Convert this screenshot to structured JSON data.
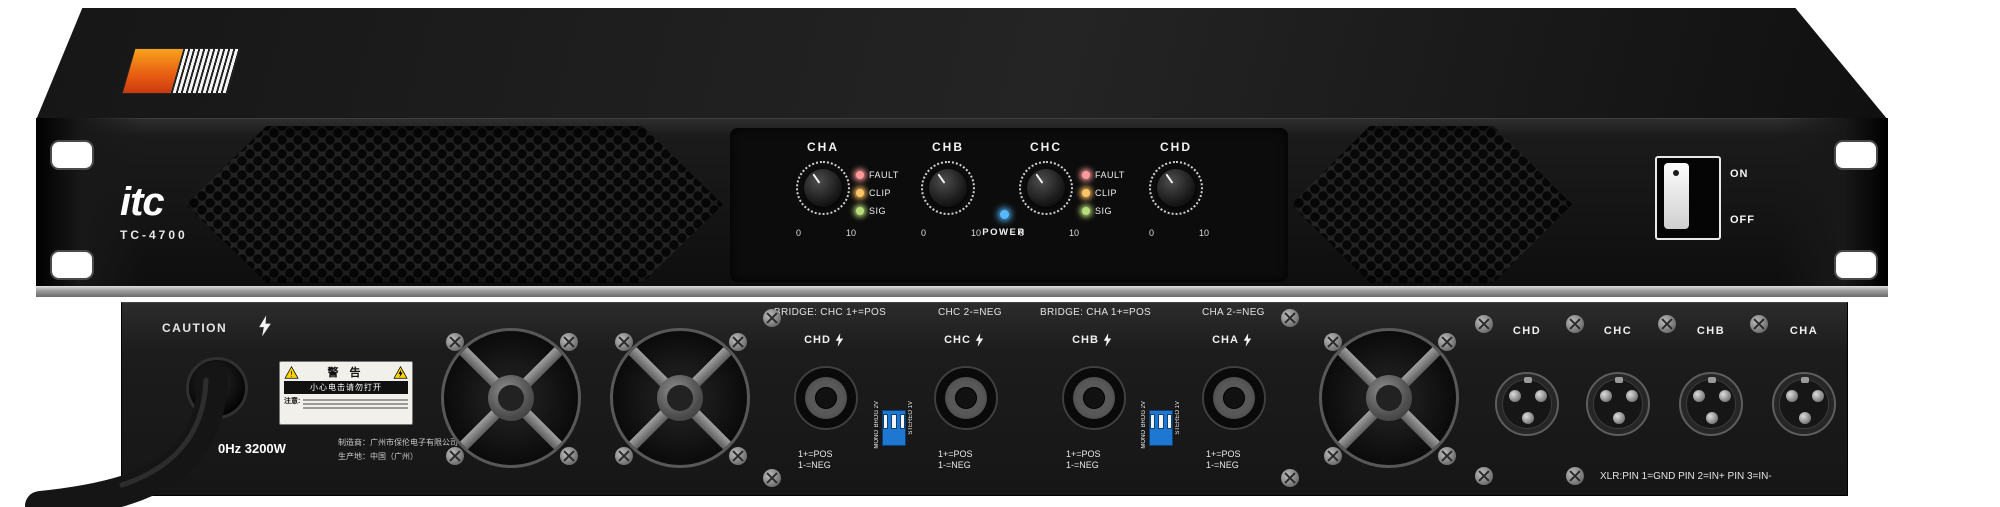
{
  "front": {
    "brand": "itc",
    "model": "TC-4700",
    "channels": [
      {
        "label": "CHA",
        "min": "0",
        "max": "10"
      },
      {
        "label": "CHB",
        "min": "0",
        "max": "10"
      },
      {
        "label": "CHC",
        "min": "0",
        "max": "10"
      },
      {
        "label": "CHD",
        "min": "0",
        "max": "10"
      }
    ],
    "leds": [
      "FAULT",
      "CLIP",
      "SIG"
    ],
    "led_colors": {
      "fault": "#ff9a9a",
      "clip": "#ffc466",
      "sig": "#b8dc7a",
      "power": "#57b8ff"
    },
    "power_label": "POWER",
    "switch": {
      "on": "ON",
      "off": "OFF"
    }
  },
  "rear": {
    "caution": "CAUTION",
    "warning": {
      "title": "警 告",
      "line": "小心电击请勿打开",
      "note": "注意:"
    },
    "power_rating": "0Hz 3200W",
    "maker1": "制造商：广州市保伦电子有限公司",
    "maker2": "生产地：中国（广州）",
    "bridge": {
      "left_a": "BRIDGE: CHC 1+=POS",
      "left_b": "CHC 2-=NEG",
      "right_a": "BRIDGE: CHA 1+=POS",
      "right_b": "CHA 2-=NEG"
    },
    "speakons": [
      {
        "label": "CHD",
        "pos": "1+=POS",
        "neg": "1-=NEG"
      },
      {
        "label": "CHC",
        "pos": "1+=POS",
        "neg": "1-=NEG"
      },
      {
        "label": "CHB",
        "pos": "1+=POS",
        "neg": "1-=NEG"
      },
      {
        "label": "CHA",
        "pos": "1+=POS",
        "neg": "1-=NEG"
      }
    ],
    "dip": {
      "v2": "2V",
      "v1": "1V",
      "stereo": "STEREO",
      "brdg": "BRDG",
      "mono": "MONO"
    },
    "xlrs": [
      "CHD",
      "CHC",
      "CHB",
      "CHA"
    ],
    "xlr_note": "XLR:PIN 1=GND PIN 2=IN+ PIN 3=IN-"
  }
}
